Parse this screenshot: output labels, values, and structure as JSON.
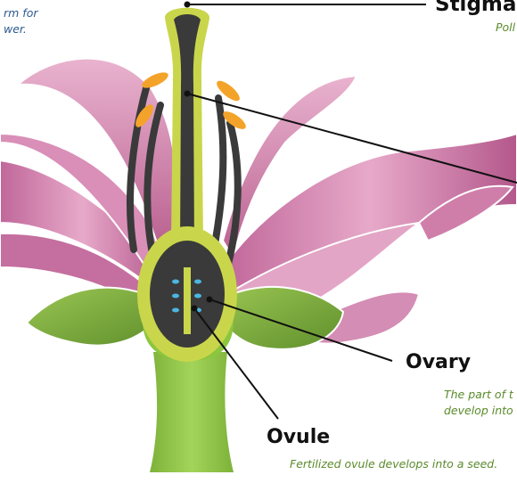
{
  "colors": {
    "note_blue": "#2e5a8f",
    "note_green": "#5a8a2a",
    "petal_pink": "#d889b0",
    "petal_dark": "#b2578a",
    "leaf_green": "#7fae3f",
    "stem_green": "#8cc63f",
    "pistil_dark": "#3a3a3a",
    "pistil_yellow_green": "#c9d64b",
    "anther_orange": "#f4a32a",
    "ovule_blue": "#4bb6e0"
  },
  "notes": {
    "top_left_line1": "rm for",
    "top_left_line2": "wer.",
    "stigma_note": "Poll",
    "ovary_note_line1": "The part of t",
    "ovary_note_line2": "develop into",
    "ovule_note": "Fertilized ovule develops into a seed."
  },
  "labels": {
    "stigma": "Stigma",
    "ovary": "Ovary",
    "ovule": "Ovule"
  }
}
